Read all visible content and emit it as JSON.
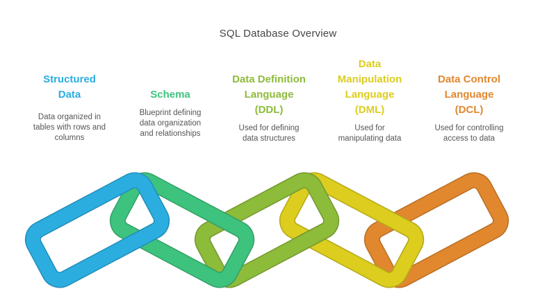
{
  "page": {
    "title": "SQL Database Overview"
  },
  "concepts": [
    {
      "title_lines": [
        "Structured",
        "Data"
      ],
      "description_lines": [
        "Data organized in",
        "tables with rows and",
        "columns"
      ],
      "color": "#2BADE0"
    },
    {
      "title_lines": [
        "Schema"
      ],
      "description_lines": [
        "Blueprint defining",
        "data organization",
        "and relationships"
      ],
      "color": "#3EC37E"
    },
    {
      "title_lines": [
        "Data Definition",
        "Language",
        "(DDL)"
      ],
      "description_lines": [
        "Used for defining",
        "data structures"
      ],
      "color": "#8DBB3A"
    },
    {
      "title_lines": [
        "Data",
        "Manipulation",
        "Language",
        "(DML)"
      ],
      "description_lines": [
        "Used for",
        "manipulating data"
      ],
      "color": "#DCCD1E"
    },
    {
      "title_lines": [
        "Data Control",
        "Language",
        "(DCL)"
      ],
      "description_lines": [
        "Used for controlling",
        "access to data"
      ],
      "color": "#E1872E"
    }
  ],
  "chain": {
    "links": [
      {
        "concept": "Structured Data",
        "color": "#2BADE0"
      },
      {
        "concept": "Schema",
        "color": "#3EC37E"
      },
      {
        "concept": "Data Definition Language (DDL)",
        "color": "#8DBB3A"
      },
      {
        "concept": "Data Manipulation Language (DML)",
        "color": "#DCCD1E"
      },
      {
        "concept": "Data Control Language (DCL)",
        "color": "#E1872E"
      }
    ]
  }
}
